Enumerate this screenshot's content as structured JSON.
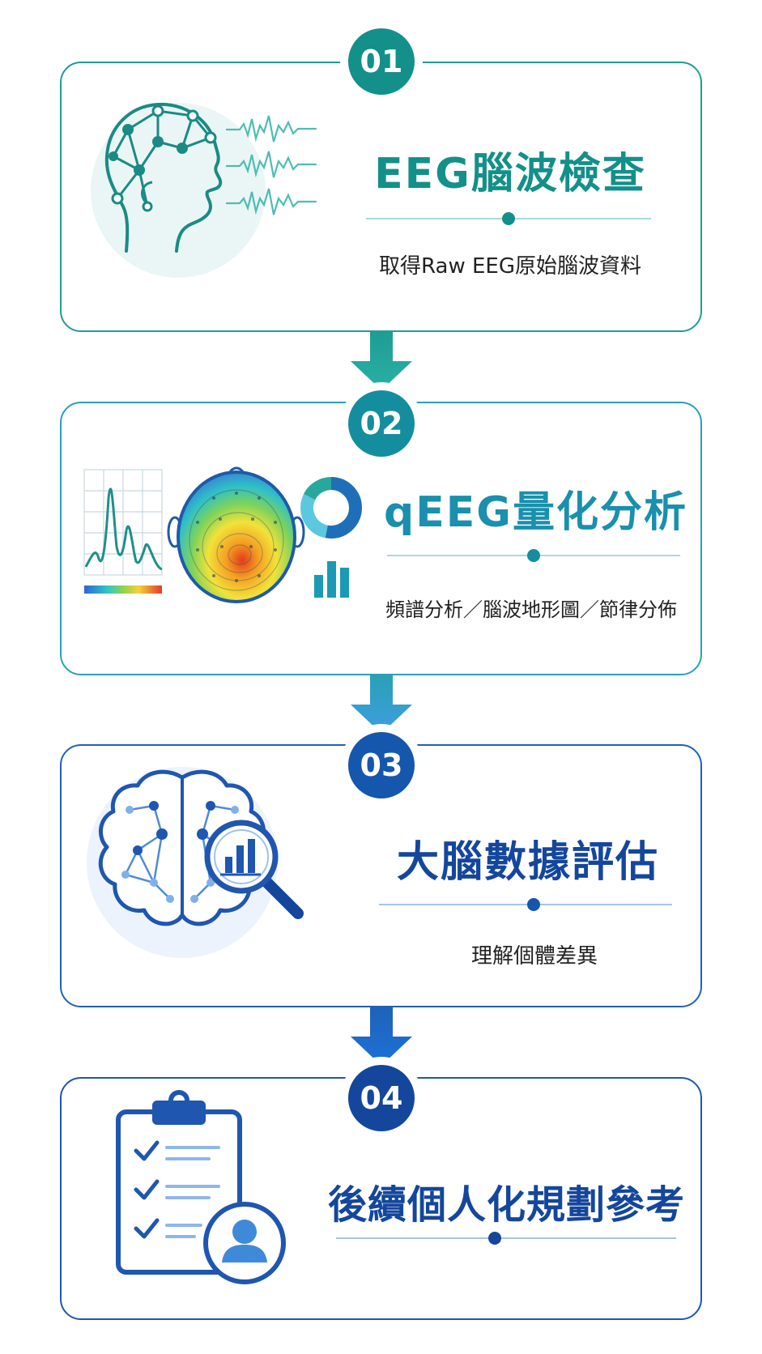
{
  "steps": [
    {
      "number": "01",
      "title": "EEG腦波檢查",
      "subtitle": "取得Raw EEG原始腦波資料",
      "title_color": "#13908a",
      "icon": "eeg-head-icon"
    },
    {
      "number": "02",
      "title": "qEEG量化分析",
      "subtitle": "頻譜分析／腦波地形圖／節律分佈",
      "title_color": "#1a8fae",
      "icon": "brain-map-icon"
    },
    {
      "number": "03",
      "title": "大腦數據評估",
      "subtitle": "理解個體差異",
      "title_color": "#14479c",
      "icon": "brain-analysis-icon"
    },
    {
      "number": "04",
      "title": "後續個人化規劃參考",
      "subtitle": "",
      "title_color": "#14479c",
      "icon": "clipboard-plan-icon"
    }
  ],
  "colors": {
    "teal": "#13908a",
    "cyan": "#1a8fae",
    "blue": "#1557ad",
    "navy": "#14479c"
  }
}
